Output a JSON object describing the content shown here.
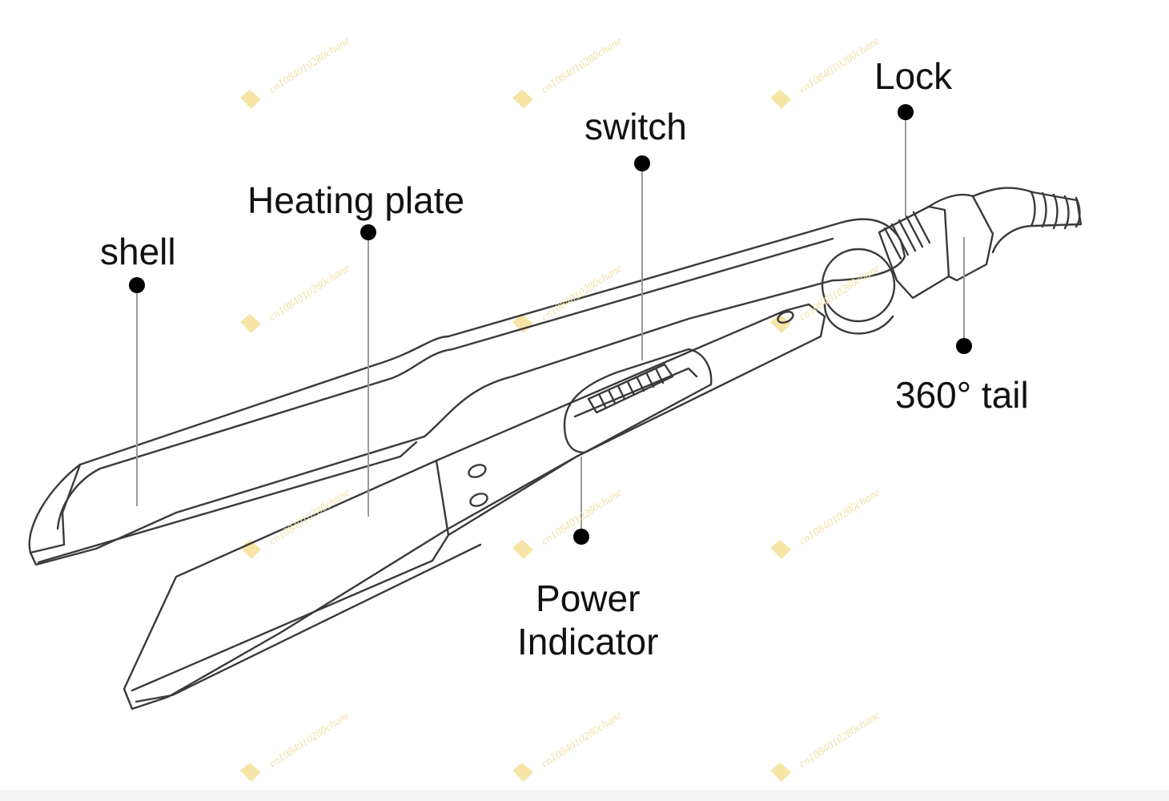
{
  "labels": {
    "shell": "shell",
    "heating_plate": "Heating plate",
    "switch": "switch",
    "lock": "Lock",
    "tail": "360° tail",
    "power_line1": "Power",
    "power_line2": "Indicator"
  },
  "watermark": {
    "text": "cn1084010280chane",
    "color": "#f1dfa8"
  },
  "colors": {
    "line": "#3a3a3a",
    "leader": "#9a9a9a",
    "dot": "#000000"
  }
}
